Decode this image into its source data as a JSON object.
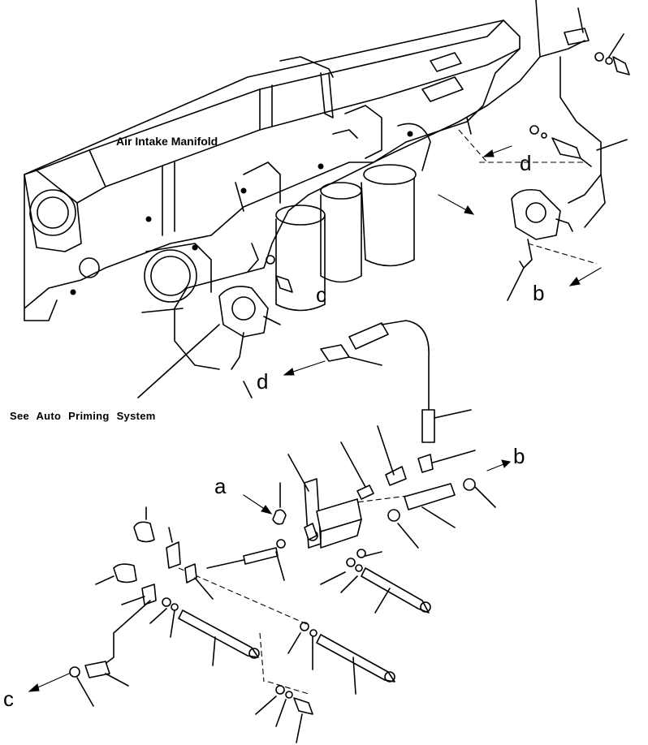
{
  "labels": {
    "manifold": "Air Intake Manifold",
    "auto_priming": "See Auto Priming System"
  },
  "callouts": {
    "d_top": "d",
    "b_mid": "b",
    "c_mid": "c",
    "d_mid": "d",
    "b_low": "b",
    "a_low": "a",
    "c_bottom": "c"
  }
}
